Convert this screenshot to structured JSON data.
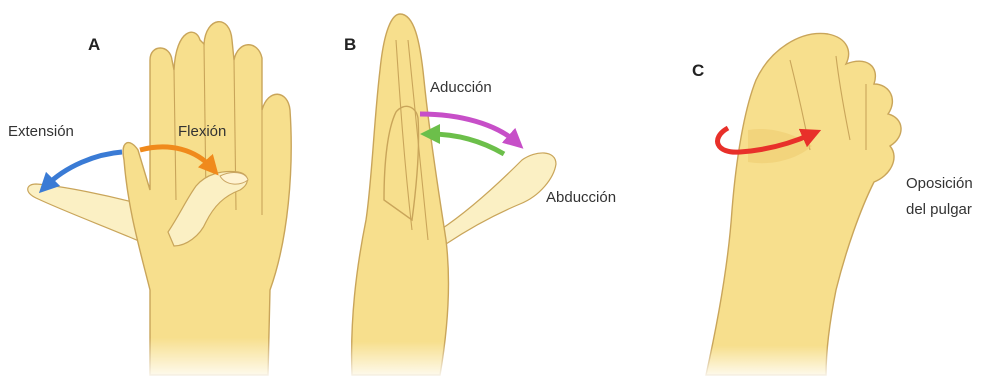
{
  "panels": [
    {
      "letter": "A",
      "labels": [
        "Extensión",
        "Flexión"
      ]
    },
    {
      "letter": "B",
      "labels": [
        "Aducción",
        "Abducción"
      ]
    },
    {
      "letter": "C",
      "labels": [
        "Oposición",
        "del pulgar"
      ]
    }
  ],
  "arrow_colors": {
    "extension": "#3a7bd5",
    "flexion": "#f08a1c",
    "adduction": "#c74fc8",
    "abduction": "#6cbf4a",
    "opposition": "#e8302a"
  },
  "skin_color": "#f7df8d"
}
